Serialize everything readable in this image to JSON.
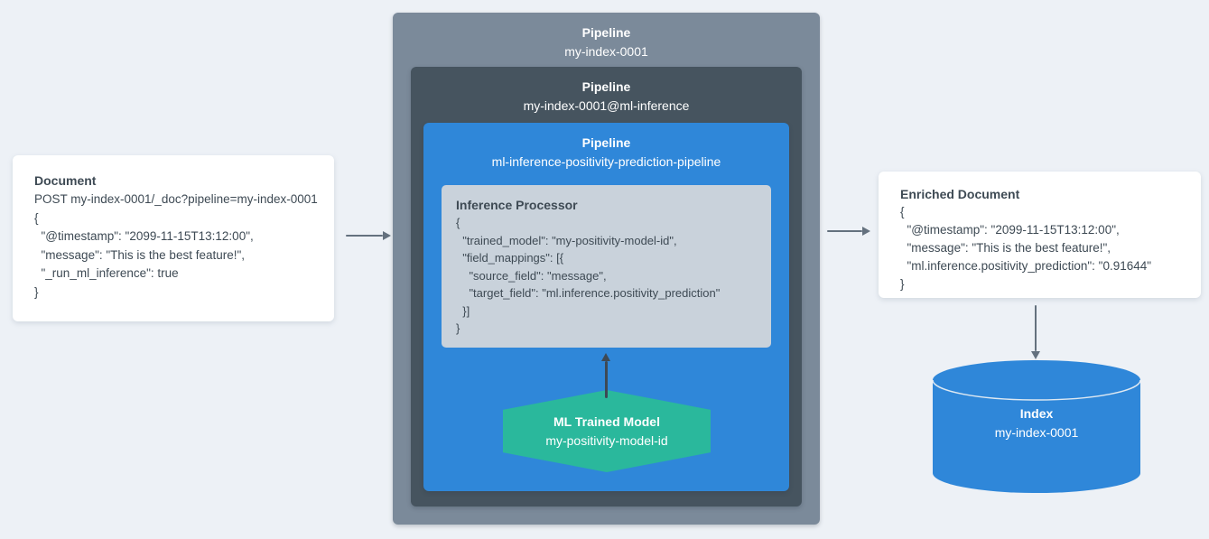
{
  "colors": {
    "background": "#edf1f6",
    "outer_pipeline_box": "#7b8a9a",
    "inference_pipeline_box": "#46545f",
    "ml_pipeline_box": "#2f87d9",
    "processor_box": "#c9d2db",
    "ml_model_hexagon": "#2ab89c",
    "index_cylinder": "#2f87d9",
    "arrow_gray": "#64717e",
    "arrow_dark": "#3e4954",
    "text_dark": "#3e4a54",
    "text_white": "#ffffff"
  },
  "document_card": {
    "title": "Document",
    "lines": [
      "POST my-index-0001/_doc?pipeline=my-index-0001",
      "{",
      "  \"@timestamp\": \"2099-11-15T13:12:00\",",
      "  \"message\": \"This is the best feature!\",",
      "  \"_run_ml_inference\": true",
      "}"
    ]
  },
  "outer_pipeline": {
    "title": "Pipeline",
    "name": "my-index-0001"
  },
  "inference_pipeline": {
    "title": "Pipeline",
    "name": "my-index-0001@ml-inference"
  },
  "ml_pipeline": {
    "title": "Pipeline",
    "name": "ml-inference-positivity-prediction-pipeline"
  },
  "inference_processor": {
    "title": "Inference Processor",
    "lines": [
      "{",
      "  \"trained_model\": \"my-positivity-model-id\",",
      "  \"field_mappings\": [{",
      "    \"source_field\": \"message\",",
      "    \"target_field\": \"ml.inference.positivity_prediction\"",
      "  }]",
      "}"
    ]
  },
  "ml_model": {
    "title": "ML Trained Model",
    "name": "my-positivity-model-id"
  },
  "enriched_card": {
    "title": "Enriched Document",
    "lines": [
      "{",
      "  \"@timestamp\": \"2099-11-15T13:12:00\",",
      "  \"message\": \"This is the best feature!\",",
      "  \"ml.inference.positivity_prediction\": \"0.91644\"",
      "}"
    ]
  },
  "index": {
    "title": "Index",
    "name": "my-index-0001"
  }
}
